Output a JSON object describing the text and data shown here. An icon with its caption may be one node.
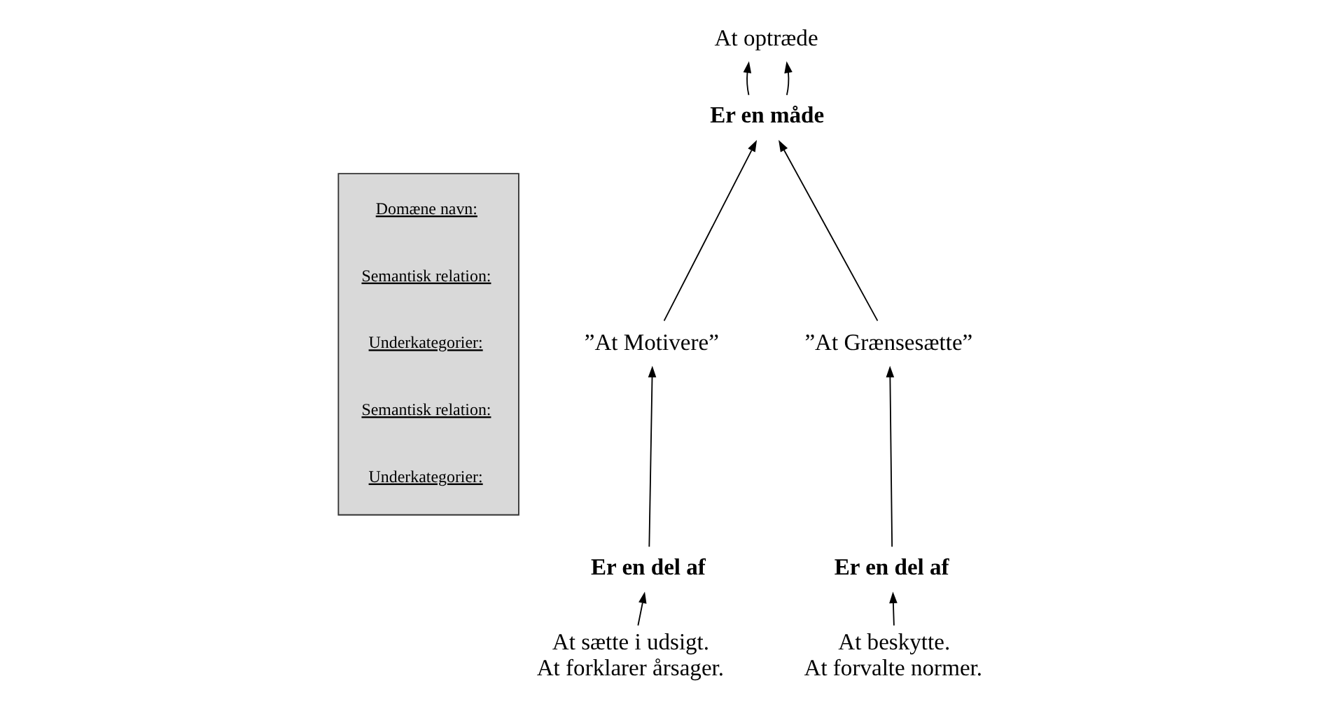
{
  "diagram": {
    "nodes": [
      {
        "text": [
          "Domæne navn:",
          "Semantisk relation:",
          "Underkategorier:",
          "Semantisk relation:",
          "Underkategorier:"
        ]
      },
      {
        "text": [
          "At optræde"
        ]
      },
      {
        "text": [
          "Er en måde"
        ]
      },
      {
        "text": [
          "”At Motivere”"
        ]
      },
      {
        "text": [
          "”At Grænsesætte”"
        ]
      },
      {
        "text": [
          "Er en del af"
        ]
      },
      {
        "text": [
          "Er en del af"
        ]
      },
      {
        "text": [
          "At sætte i udsigt. At forklarer årsager."
        ]
      },
      {
        "text": [
          "At beskytte. At forvalte normer."
        ]
      }
    ],
    "edges": [
      {
        "from": 2,
        "to": 1,
        "arrow": "to"
      },
      {
        "from": 2,
        "to": 1,
        "arrow": "to"
      },
      {
        "from": 3,
        "to": 2,
        "arrow": "to"
      },
      {
        "from": 4,
        "to": 2,
        "arrow": "to"
      },
      {
        "from": 5,
        "to": 3,
        "arrow": "to"
      },
      {
        "from": 6,
        "to": 4,
        "arrow": "to"
      },
      {
        "from": 7,
        "to": 5,
        "arrow": "to"
      },
      {
        "from": 8,
        "to": 6,
        "arrow": "to"
      }
    ]
  }
}
